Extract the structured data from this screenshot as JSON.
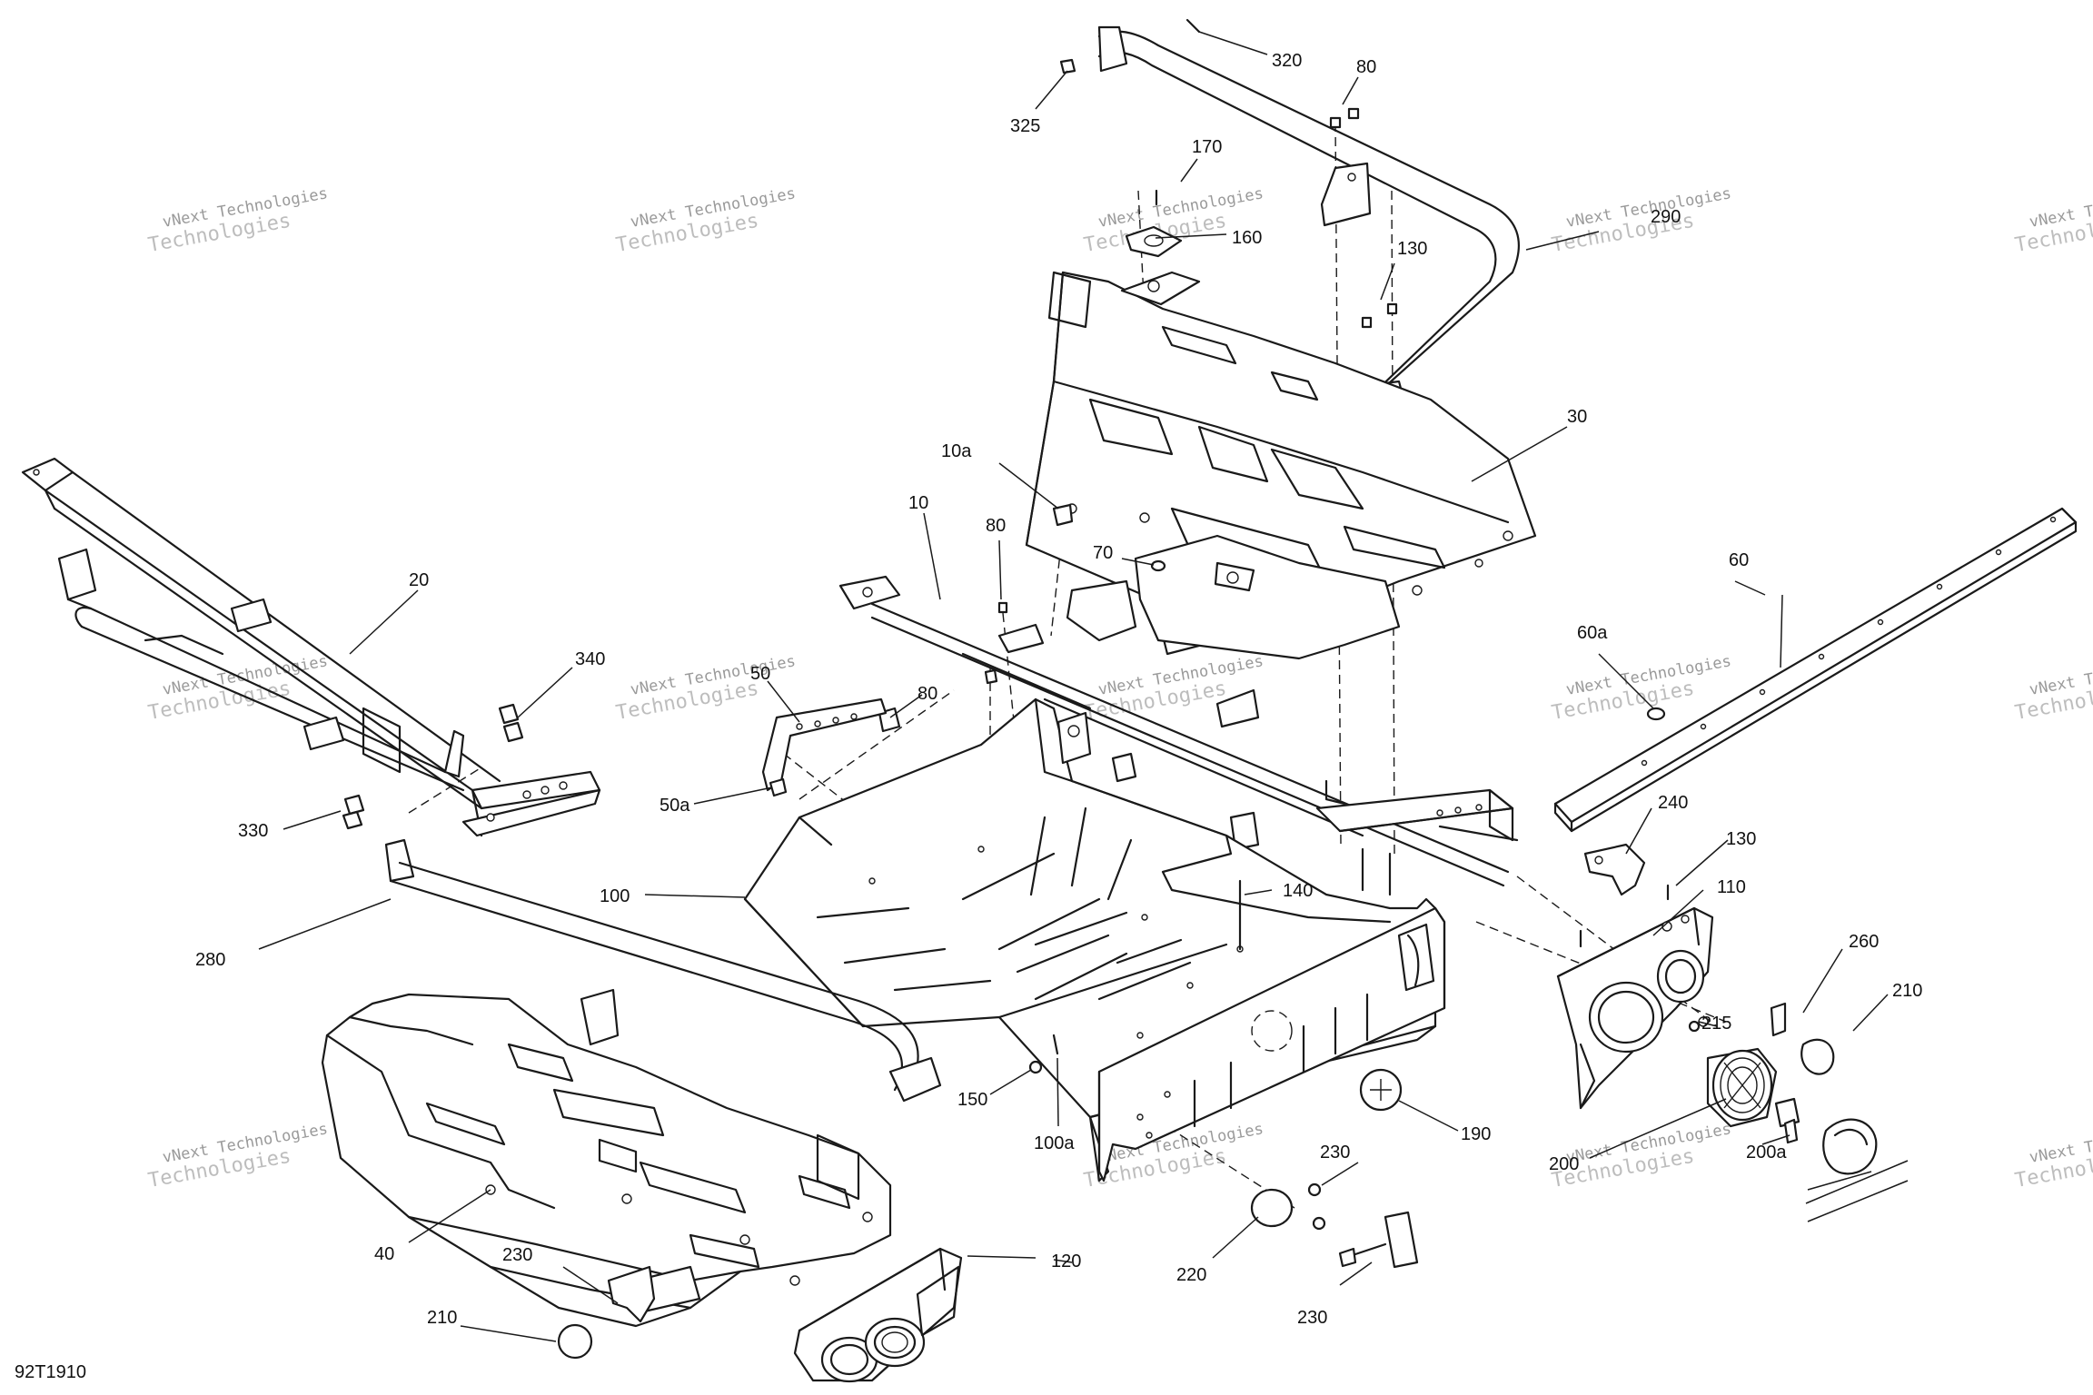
{
  "diagram": {
    "reference_code": "92T1910",
    "watermark": {
      "line1": "vNext Technologies",
      "line2": "Technologies"
    },
    "callouts": [
      {
        "id": "320",
        "label": "320"
      },
      {
        "id": "80-top",
        "label": "80"
      },
      {
        "id": "325",
        "label": "325"
      },
      {
        "id": "170",
        "label": "170"
      },
      {
        "id": "160",
        "label": "160"
      },
      {
        "id": "290",
        "label": "290"
      },
      {
        "id": "130-top",
        "label": "130"
      },
      {
        "id": "30",
        "label": "30"
      },
      {
        "id": "10a",
        "label": "10a"
      },
      {
        "id": "10",
        "label": "10"
      },
      {
        "id": "80-mid",
        "label": "80"
      },
      {
        "id": "70",
        "label": "70"
      },
      {
        "id": "60",
        "label": "60"
      },
      {
        "id": "20",
        "label": "20"
      },
      {
        "id": "340",
        "label": "340"
      },
      {
        "id": "50",
        "label": "50"
      },
      {
        "id": "80-low",
        "label": "80"
      },
      {
        "id": "60a",
        "label": "60a"
      },
      {
        "id": "50a",
        "label": "50a"
      },
      {
        "id": "330",
        "label": "330"
      },
      {
        "id": "240",
        "label": "240"
      },
      {
        "id": "130-right",
        "label": "130"
      },
      {
        "id": "100",
        "label": "100"
      },
      {
        "id": "140",
        "label": "140"
      },
      {
        "id": "110",
        "label": "110"
      },
      {
        "id": "280",
        "label": "280"
      },
      {
        "id": "260",
        "label": "260"
      },
      {
        "id": "210-right",
        "label": "210"
      },
      {
        "id": "215",
        "label": "215"
      },
      {
        "id": "150",
        "label": "150"
      },
      {
        "id": "190",
        "label": "190"
      },
      {
        "id": "100a",
        "label": "100a"
      },
      {
        "id": "230-mid",
        "label": "230"
      },
      {
        "id": "200",
        "label": "200"
      },
      {
        "id": "200a",
        "label": "200a"
      },
      {
        "id": "120",
        "label": "120"
      },
      {
        "id": "40",
        "label": "40"
      },
      {
        "id": "230-left",
        "label": "230"
      },
      {
        "id": "220",
        "label": "220"
      },
      {
        "id": "230-bottom",
        "label": "230"
      },
      {
        "id": "210-left",
        "label": "210"
      }
    ]
  }
}
